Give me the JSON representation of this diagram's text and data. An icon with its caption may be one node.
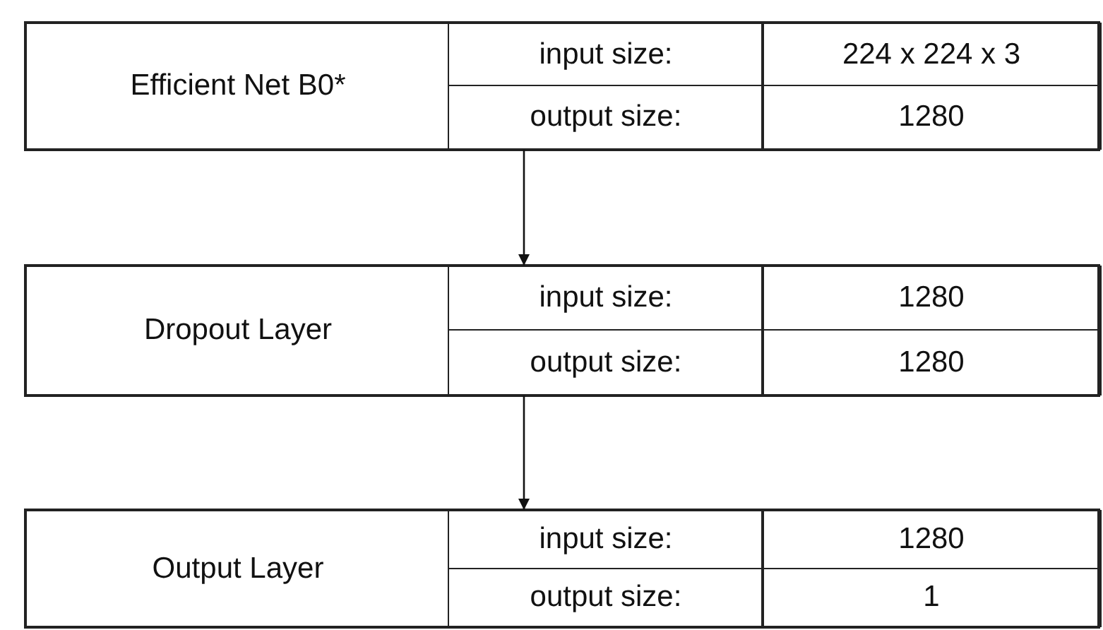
{
  "diagram": {
    "nodes": [
      {
        "text": [
          "Efficient Net B0*"
        ]
      },
      {
        "text": [
          "input size:"
        ],
        "in": 0
      },
      {
        "text": [
          "224 x 224 x 3"
        ],
        "in": 0
      },
      {
        "text": [
          "output size:"
        ],
        "in": 0
      },
      {
        "text": [
          "1280"
        ],
        "in": 0
      },
      {
        "text": [
          "Dropout Layer"
        ]
      },
      {
        "text": [
          "input size:"
        ],
        "in": 5
      },
      {
        "text": [
          "1280"
        ],
        "in": 5
      },
      {
        "text": [
          "output size:"
        ],
        "in": 5
      },
      {
        "text": [
          "1280"
        ],
        "in": 5
      },
      {
        "text": [
          "Output Layer"
        ]
      },
      {
        "text": [
          "input size:"
        ],
        "in": 10
      },
      {
        "text": [
          "1280"
        ],
        "in": 10
      },
      {
        "text": [
          "output size:"
        ],
        "in": 10
      },
      {
        "text": [
          "1"
        ],
        "in": 10
      }
    ],
    "edges": [
      {
        "from": 3,
        "to": 6,
        "arrow": "to"
      },
      {
        "from": 8,
        "to": 11,
        "arrow": "to"
      }
    ]
  }
}
